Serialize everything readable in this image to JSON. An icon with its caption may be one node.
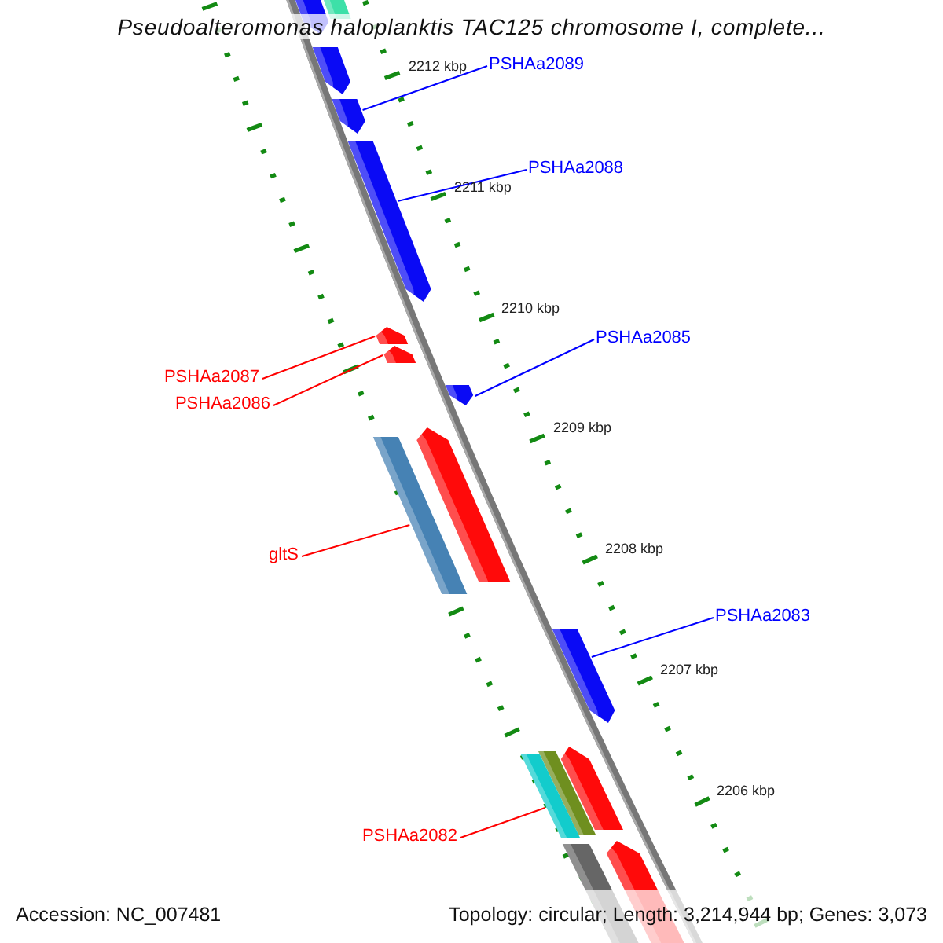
{
  "diagram": {
    "title": "Pseudoalteromonas haloplanktis TAC125 chromosome I, complete...",
    "nodes": [
      {
        "text": [
          "PSHAa2089"
        ]
      },
      {
        "text": [],
        "shape": "arrow"
      },
      {
        "text": [
          "PSHAa2088"
        ]
      },
      {
        "text": [],
        "shape": "arrow"
      },
      {
        "text": [
          "PSHAa2085"
        ]
      },
      {
        "text": [],
        "shape": "arrow"
      },
      {
        "text": [
          "PSHAa2087"
        ]
      },
      {
        "text": [],
        "shape": "arrow"
      },
      {
        "text": [
          "PSHAa2086"
        ]
      },
      {
        "text": [],
        "shape": "arrow"
      },
      {
        "text": [
          "gltS"
        ]
      },
      {
        "text": [],
        "shape": "bar"
      },
      {
        "text": [
          "PSHAa2083"
        ]
      },
      {
        "text": [],
        "shape": "arrow"
      },
      {
        "text": [
          "PSHAa2082"
        ]
      },
      {
        "text": [],
        "shape": "bar"
      }
    ],
    "edges": [
      {
        "from": 0,
        "to": 1,
        "arrow": "none"
      },
      {
        "from": 2,
        "to": 3,
        "arrow": "none"
      },
      {
        "from": 4,
        "to": 5,
        "arrow": "none"
      },
      {
        "from": 6,
        "to": 7,
        "arrow": "none",
        "color": "#ff0000"
      },
      {
        "from": 8,
        "to": 9,
        "arrow": "none",
        "color": "#ff0000"
      },
      {
        "from": 10,
        "to": 11,
        "arrow": "none",
        "color": "#ff0000"
      },
      {
        "from": 12,
        "to": 13,
        "arrow": "none"
      },
      {
        "from": 14,
        "to": 15,
        "arrow": "none",
        "color": "#ff0000"
      }
    ],
    "labels": [
      "2212 kbp",
      "2211 kbp",
      "2210 kbp",
      "2209 kbp",
      "2208 kbp",
      "2207 kbp",
      "2206 kbp",
      "Accession: NC_007481",
      "Topology: circular; Length: 3,214,944 bp; Genes: 3,073"
    ]
  }
}
